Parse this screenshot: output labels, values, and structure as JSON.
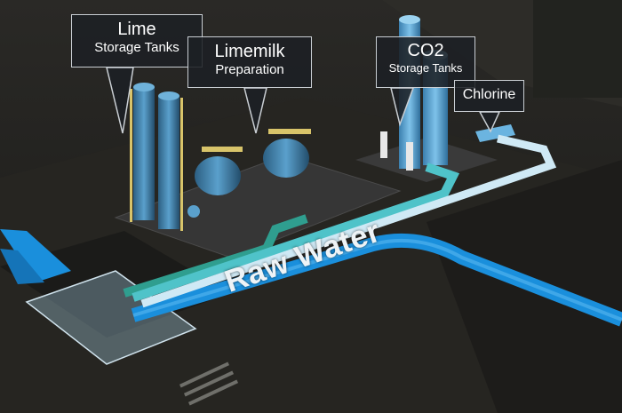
{
  "labels": {
    "lime": {
      "line1": "Lime",
      "line2": "Storage Tanks"
    },
    "limemilk": {
      "line1": "Limemilk",
      "line2": "Preparation"
    },
    "co2": {
      "line1": "CO2",
      "line2": "Storage Tanks"
    },
    "chlorine": {
      "line1": "Chlorine"
    },
    "raw_water": "Raw Water"
  },
  "colors": {
    "raw_water_pipe": "#1a8fdc",
    "co2_line": "#4fc3c9",
    "limemilk_line": "#2f9e8f",
    "chlorine_line": "#cfe9f5",
    "tank_blue": "#3f7fa8",
    "frame_yellow": "#d8c46a"
  }
}
